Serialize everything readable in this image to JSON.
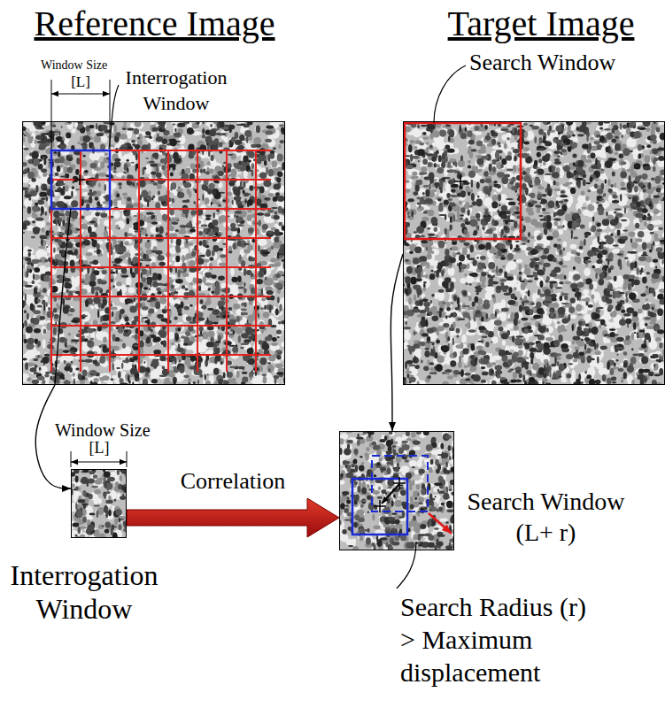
{
  "diagram": {
    "nodes": [
      {
        "text": [
          "Reference Image"
        ]
      },
      {
        "text": [
          "Target Image"
        ]
      },
      {
        "text": [
          "Interrogation Window"
        ]
      },
      {
        "text": [
          "Search Window (L+ r)"
        ]
      }
    ],
    "edges": [
      {
        "from": 0,
        "to": 2,
        "arrow": "to"
      },
      {
        "from": 1,
        "to": 3,
        "arrow": "to"
      },
      {
        "from": 2,
        "to": 3,
        "label": "Correlation",
        "arrow": "to"
      }
    ],
    "labels": [
      "Window Size",
      "[L]",
      "Interrogation Window",
      "Search Window",
      "Window Size",
      "[L]",
      "Search Radius (r) > Maximum displacement"
    ]
  }
}
